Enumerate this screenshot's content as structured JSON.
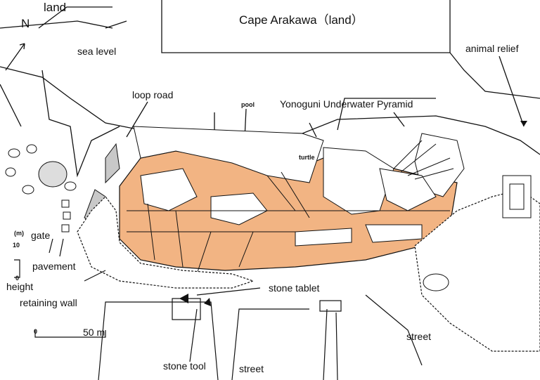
{
  "labels": {
    "north": "N",
    "land": "land",
    "cape": "Cape Arakawa（land）",
    "sea_level": "sea level",
    "animal_relief": "animal relief",
    "loop_road": "loop road",
    "pool": "pool",
    "pyramid": "Yonoguni Underwater Pyramid",
    "turtle": "turtle",
    "gate": "gate",
    "pavement": "pavement",
    "height": "height",
    "height_unit": "(m)",
    "height_top": "10",
    "height_bottom": "0",
    "retaining_wall": "retaining wall",
    "stone_tablet": "stone tablet",
    "scale_zero": "0",
    "scale_end": "50 m",
    "stone_tool": "stone tool",
    "street_bottom": "street",
    "street_right": "street"
  },
  "colors": {
    "structure_fill": "#f2b483",
    "wall_fill": "#c8c8c8",
    "line": "#111111"
  }
}
